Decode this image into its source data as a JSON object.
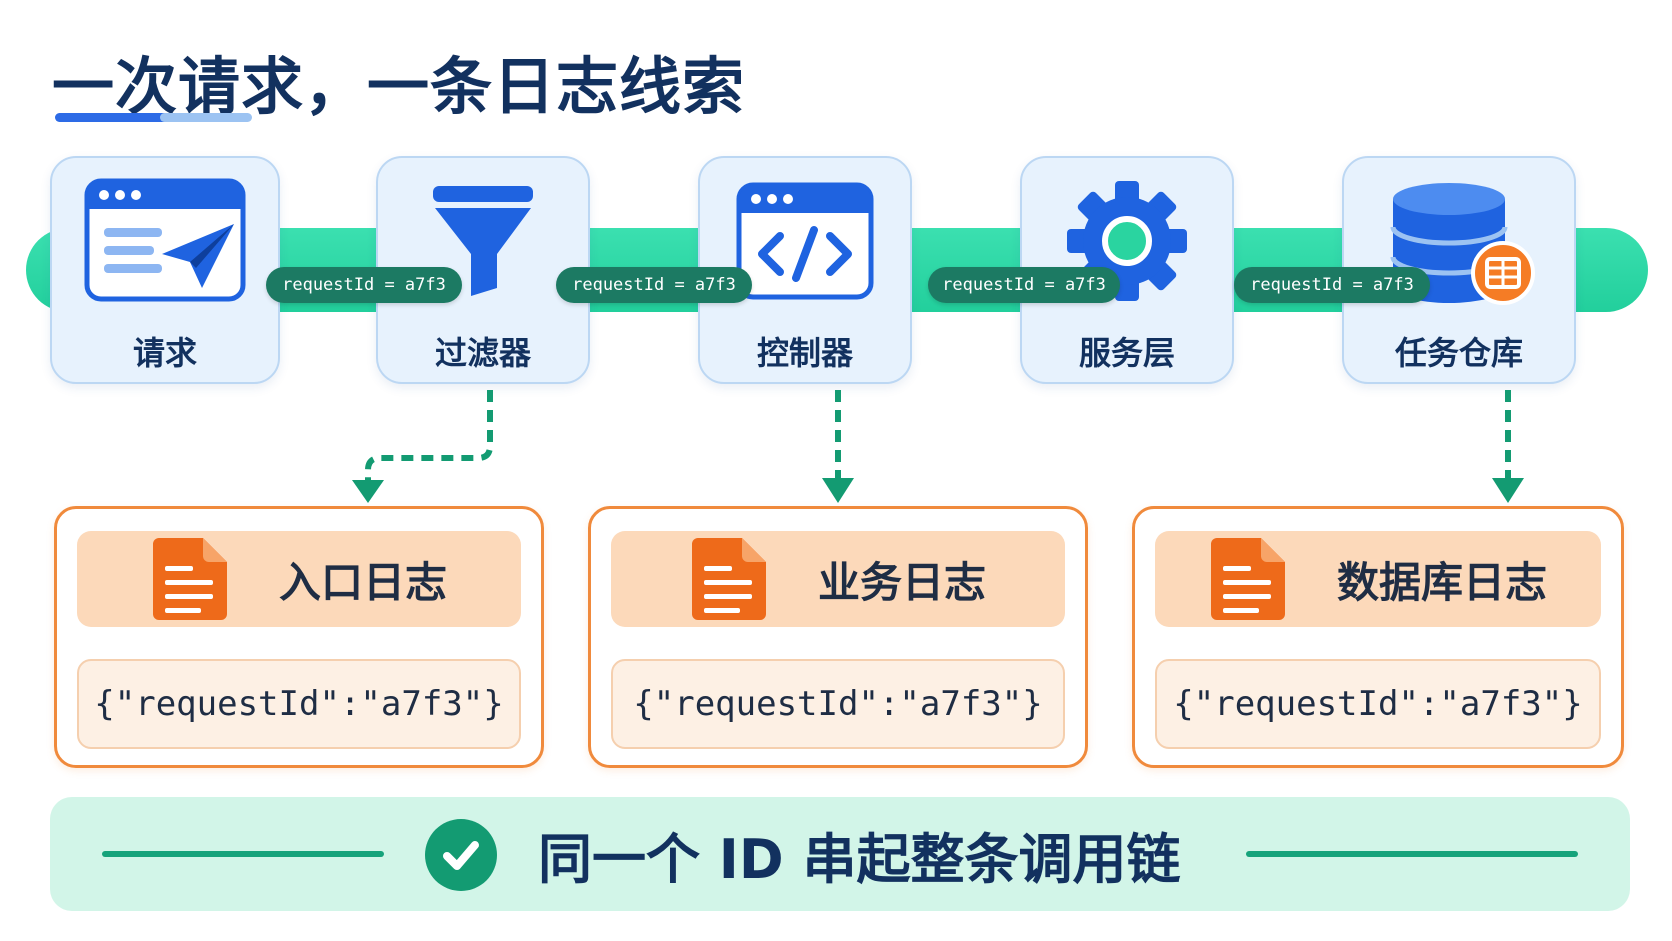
{
  "title": "一次请求，一条日志线索",
  "pipeline": {
    "stages": [
      {
        "label": "请求",
        "icon": "send-request-icon"
      },
      {
        "label": "过滤器",
        "icon": "funnel-icon"
      },
      {
        "label": "控制器",
        "icon": "code-window-icon"
      },
      {
        "label": "服务层",
        "icon": "gear-icon"
      },
      {
        "label": "任务仓库",
        "icon": "database-icon"
      }
    ],
    "pills": [
      "requestId = a7f3",
      "requestId = a7f3",
      "requestId = a7f3",
      "requestId = a7f3"
    ]
  },
  "logs": [
    {
      "title": "入口日志",
      "content": "{\"requestId\":\"a7f3\"}",
      "icon": "document-icon"
    },
    {
      "title": "业务日志",
      "content": "{\"requestId\":\"a7f3\"}",
      "icon": "document-icon"
    },
    {
      "title": "数据库日志",
      "content": "{\"requestId\":\"a7f3\"}",
      "icon": "document-icon"
    }
  ],
  "banner": {
    "text": "同一个 ID 串起整条调用链",
    "icon": "check-circle-icon"
  },
  "colors": {
    "title": "#12315f",
    "pipeline_band": "#22cf9c",
    "pill": "#1c7a63",
    "stage_card": "#e7f2fd",
    "icon_blue": "#1f63e0",
    "log_border": "#f08a3c",
    "log_header": "#fcd9ba",
    "document_orange": "#ee6a1a",
    "banner_bg": "#d2f5e8",
    "check_green": "#139b72"
  }
}
